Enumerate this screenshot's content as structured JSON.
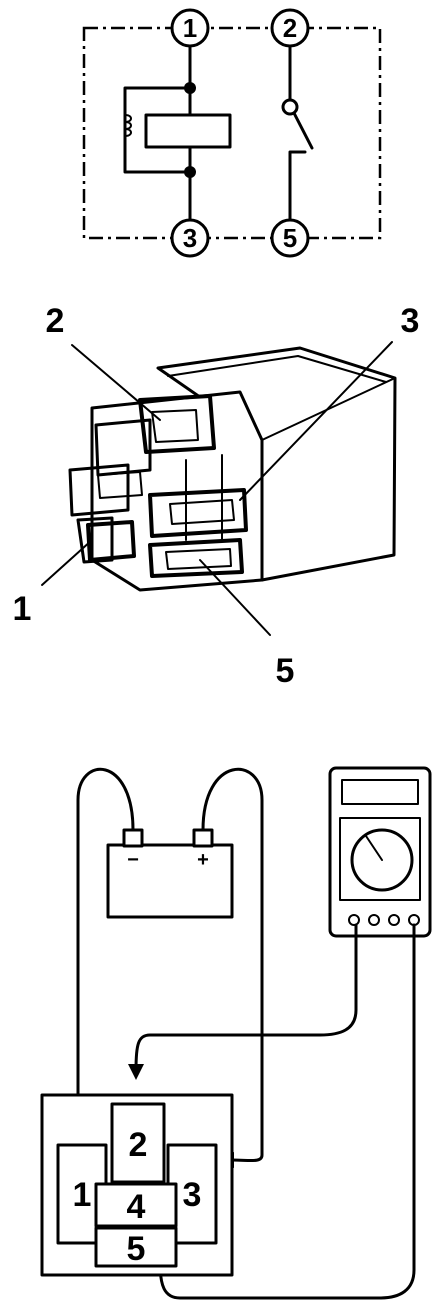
{
  "schematic": {
    "terminals": [
      "1",
      "2",
      "3",
      "5"
    ]
  },
  "relay_view": {
    "callouts": [
      "2",
      "3",
      "1",
      "5"
    ]
  },
  "test_setup": {
    "battery": {
      "negative": "−",
      "positive": "+"
    },
    "socket_pins": [
      "1",
      "2",
      "3",
      "4",
      "5"
    ]
  }
}
